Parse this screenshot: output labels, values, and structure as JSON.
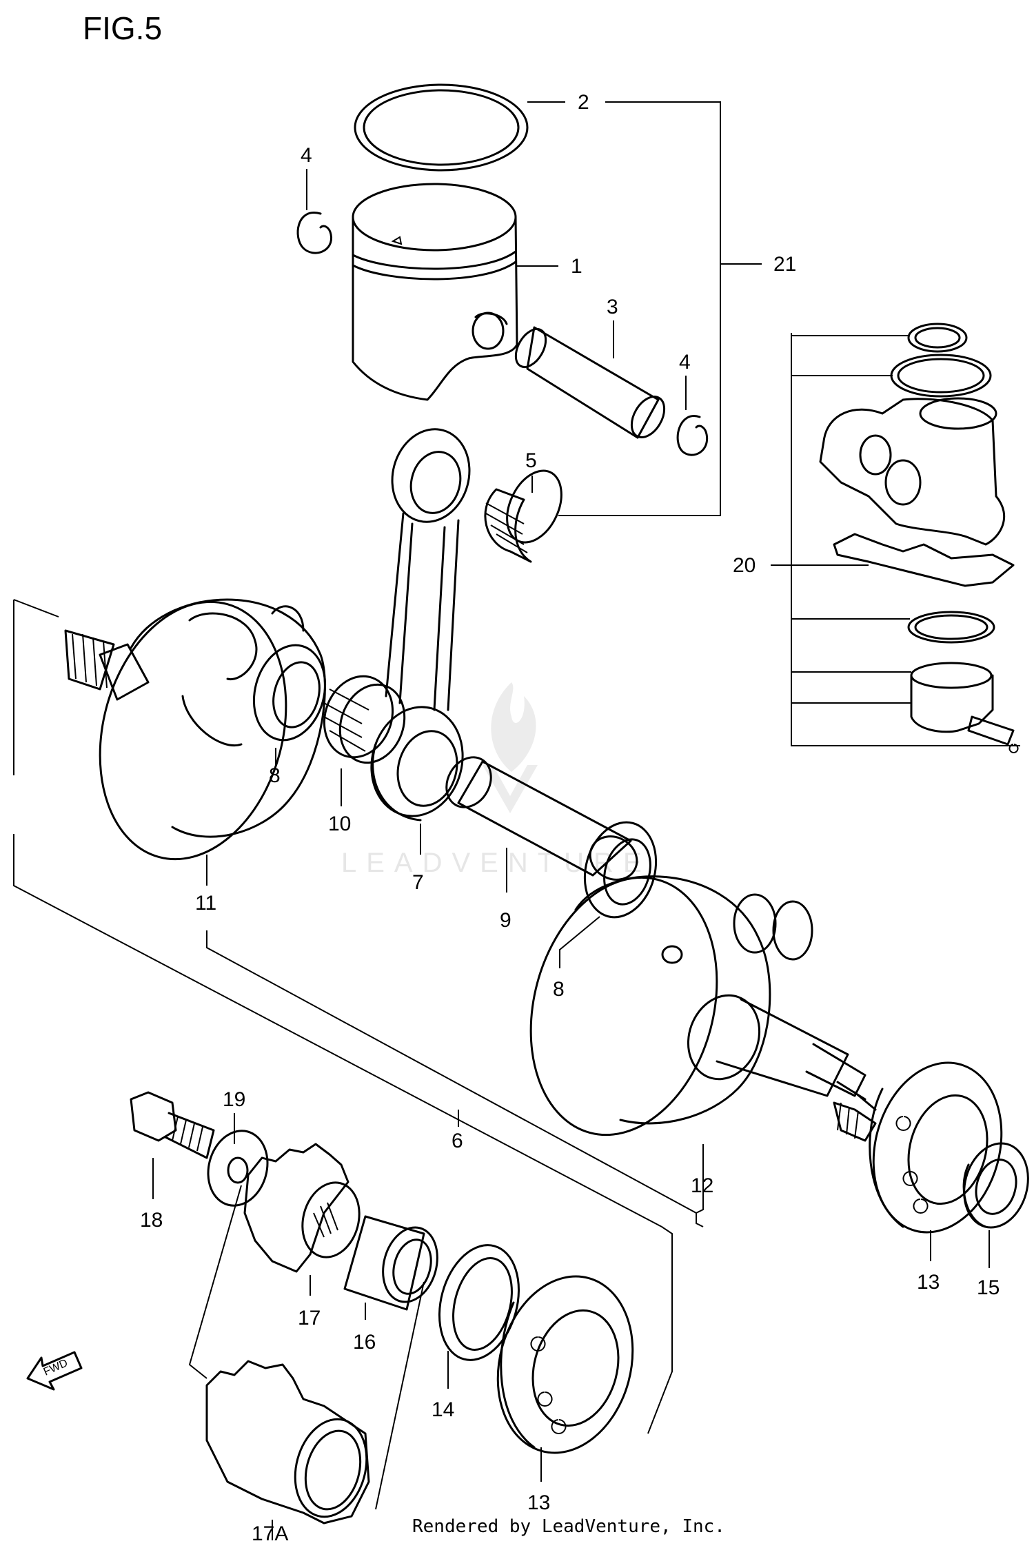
{
  "figure_title": "FIG.5",
  "footer_credit": "Rendered by LeadVenture, Inc.",
  "watermark_text": "LEADVENTURE",
  "fwd_label": "FWD",
  "callouts": {
    "c1": "1",
    "c2": "2",
    "c3": "3",
    "c4a": "4",
    "c4b": "4",
    "c5": "5",
    "c6": "6",
    "c7": "7",
    "c8a": "8",
    "c8b": "8",
    "c9": "9",
    "c10": "10",
    "c11": "11",
    "c12": "12",
    "c13a": "13",
    "c13b": "13",
    "c14": "14",
    "c15": "15",
    "c16": "16",
    "c17": "17",
    "c17a": "17A",
    "c18": "18",
    "c19": "19",
    "c20": "20",
    "c21": "21"
  }
}
